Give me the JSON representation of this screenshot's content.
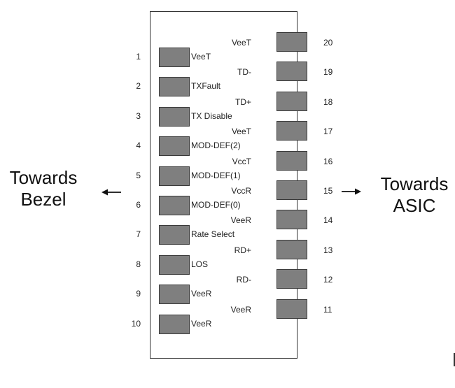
{
  "left_direction": {
    "line1": "Towards",
    "line2": "Bezel"
  },
  "right_direction": {
    "line1": "Towards",
    "line2": "ASIC"
  },
  "left_pins": [
    {
      "num": "1",
      "label": "VeeT"
    },
    {
      "num": "2",
      "label": "TXFault"
    },
    {
      "num": "3",
      "label": "TX Disable"
    },
    {
      "num": "4",
      "label": "MOD-DEF(2)"
    },
    {
      "num": "5",
      "label": "MOD-DEF(1)"
    },
    {
      "num": "6",
      "label": "MOD-DEF(0)"
    },
    {
      "num": "7",
      "label": "Rate Select"
    },
    {
      "num": "8",
      "label": "LOS"
    },
    {
      "num": "9",
      "label": "VeeR"
    },
    {
      "num": "10",
      "label": "VeeR"
    }
  ],
  "right_pins": [
    {
      "num": "20",
      "label": "VeeT"
    },
    {
      "num": "19",
      "label": "TD-"
    },
    {
      "num": "18",
      "label": "TD+"
    },
    {
      "num": "17",
      "label": "VeeT"
    },
    {
      "num": "16",
      "label": "VccT"
    },
    {
      "num": "15",
      "label": "VccR"
    },
    {
      "num": "14",
      "label": "VeeR"
    },
    {
      "num": "13",
      "label": "RD+"
    },
    {
      "num": "12",
      "label": "RD-"
    },
    {
      "num": "11",
      "label": "VeeR"
    }
  ],
  "colors": {
    "pad_fill": "#7f7f7f",
    "pad_border": "#3a3a3a",
    "frame": "#333333"
  }
}
